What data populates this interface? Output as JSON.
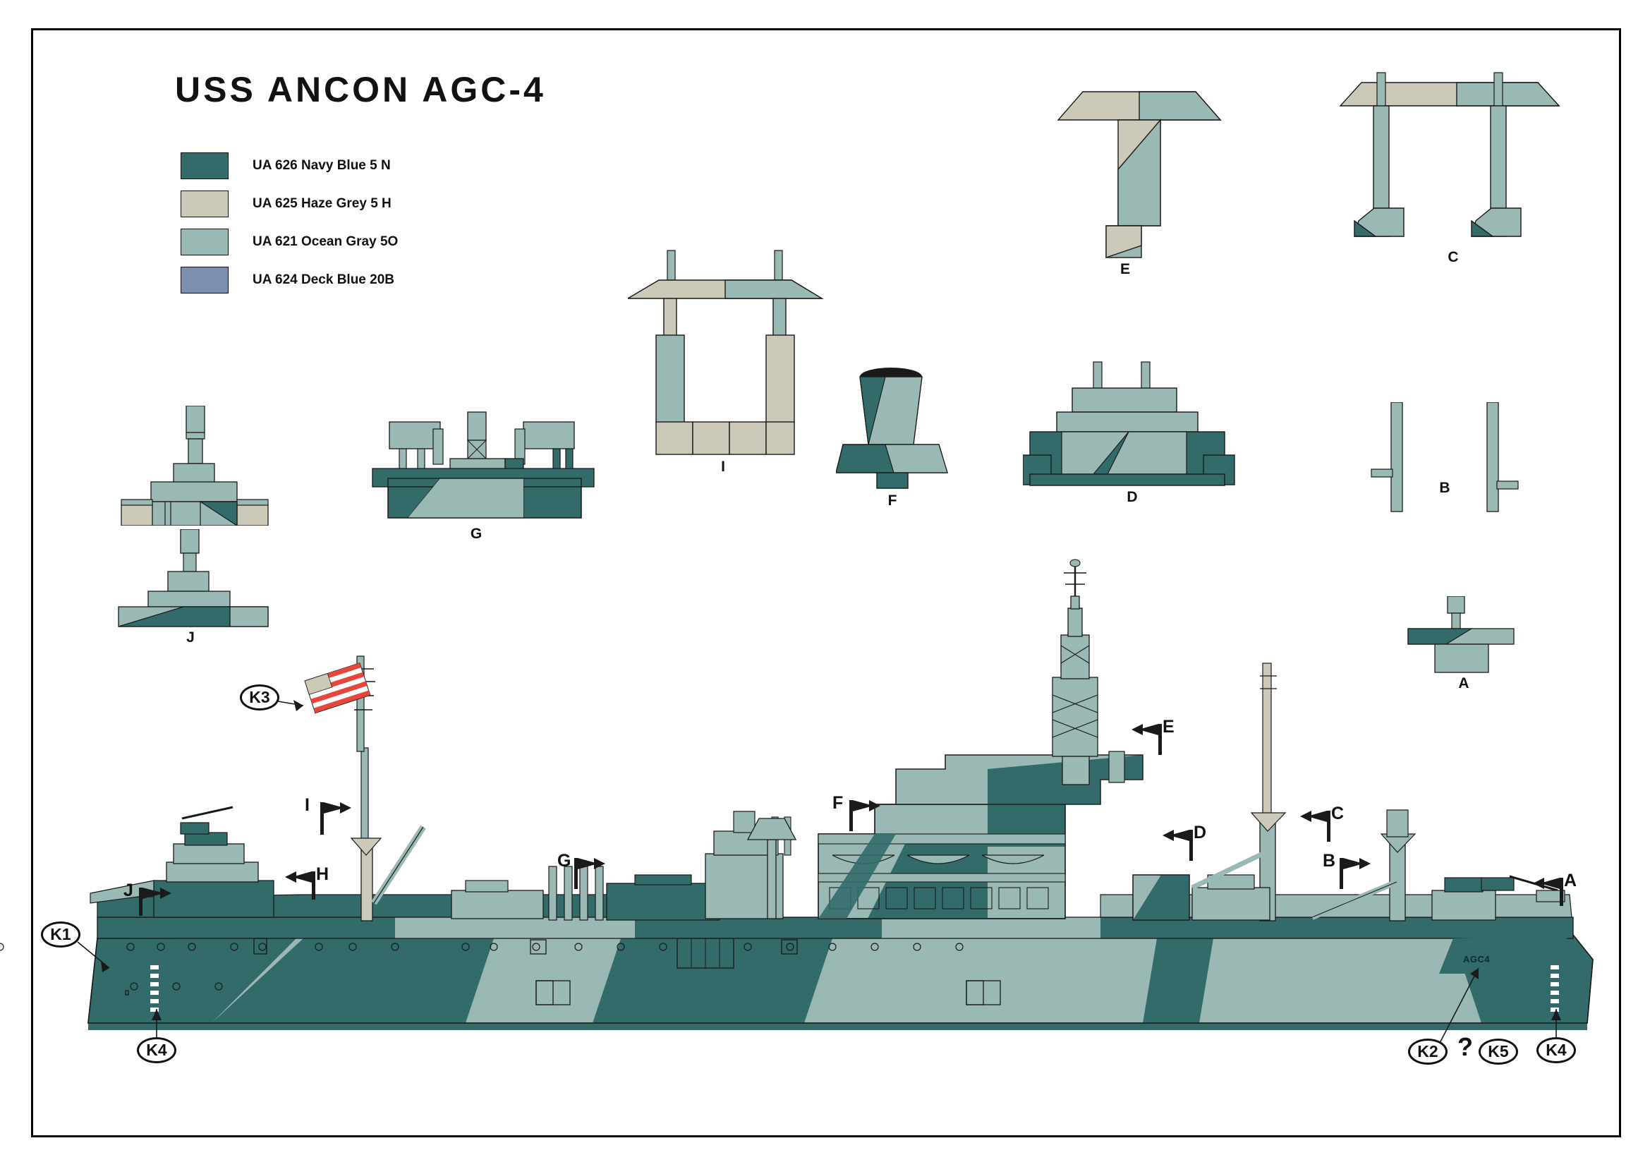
{
  "sheet": {
    "title": "USS  ANCON  AGC-4",
    "hull_marking": "AGC4"
  },
  "legend": {
    "items": [
      {
        "code": "UA 626",
        "label": "UA 626 Navy Blue 5 N",
        "color": "#336b6b"
      },
      {
        "code": "UA 625",
        "label": "UA 625 Haze Grey 5 H",
        "color": "#cdc9b8"
      },
      {
        "code": "UA 621",
        "label": "UA 621 Ocean Gray 5O",
        "color": "#9ab8b4"
      },
      {
        "code": "UA 624",
        "label": "UA 624  Deck Blue 20B",
        "color": "#7c8fb0"
      }
    ]
  },
  "palette": {
    "navy_blue": "#336b6b",
    "haze_grey": "#cdc9b8",
    "ocean_gray": "#9ab8b4",
    "deck_blue": "#7c8fb0",
    "outline": "#1a1a1a",
    "flag_red": "#e8453c",
    "flag_white": "#ffffff",
    "flag_canton": "#cdc9b8"
  },
  "detail_parts": [
    {
      "id": "A",
      "label": "A",
      "name": "stern-gun-tub-detail"
    },
    {
      "id": "B",
      "label": "B",
      "name": "mast-pole-detail"
    },
    {
      "id": "C",
      "label": "C",
      "name": "kingpost-pair-detail"
    },
    {
      "id": "D",
      "label": "D",
      "name": "after-deckhouse-detail"
    },
    {
      "id": "E",
      "label": "E",
      "name": "signal-yard-detail"
    },
    {
      "id": "F",
      "label": "F",
      "name": "funnel-detail"
    },
    {
      "id": "G",
      "label": "G",
      "name": "midship-deckhouse-detail"
    },
    {
      "id": "H",
      "label": "H",
      "name": "forward-superstructure-detail"
    },
    {
      "id": "I",
      "label": "I",
      "name": "foremast-derrick-detail"
    },
    {
      "id": "J",
      "label": "J",
      "name": "bow-structure-detail"
    }
  ],
  "ship_callouts": [
    {
      "label": "J",
      "dir": "right"
    },
    {
      "label": "I",
      "dir": "right"
    },
    {
      "label": "H",
      "dir": "left"
    },
    {
      "label": "G",
      "dir": "right"
    },
    {
      "label": "F",
      "dir": "right"
    },
    {
      "label": "E",
      "dir": "left"
    },
    {
      "label": "D",
      "dir": "left"
    },
    {
      "label": "C",
      "dir": "left"
    },
    {
      "label": "B",
      "dir": "right"
    },
    {
      "label": "A",
      "dir": "left"
    }
  ],
  "k_markers": [
    {
      "label": "K1",
      "note": "bow"
    },
    {
      "label": "K2",
      "note": "hull-number"
    },
    {
      "label": "K3",
      "note": "ensign"
    },
    {
      "label": "K4",
      "note": "draft-marks-bow"
    },
    {
      "label": "K4b",
      "display": "K4",
      "note": "draft-marks-stern"
    },
    {
      "label": "K5",
      "note": "stern"
    }
  ],
  "query_marker": "?"
}
